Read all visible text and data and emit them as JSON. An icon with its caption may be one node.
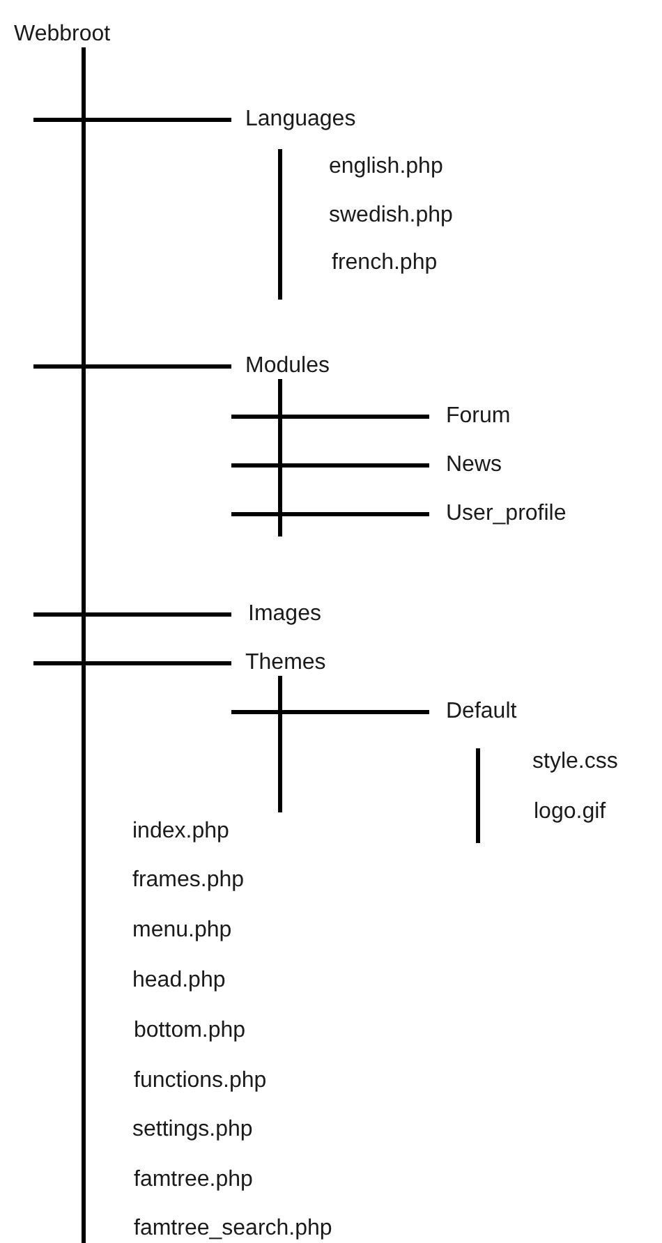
{
  "diagram": {
    "nodes": [
      {
        "text": [
          "Webbroot"
        ]
      },
      {
        "text": [
          "Languages"
        ]
      },
      {
        "text": [
          "Modules"
        ]
      },
      {
        "text": [
          "Forum"
        ]
      },
      {
        "text": [
          "News"
        ]
      },
      {
        "text": [
          "User_profile"
        ]
      },
      {
        "text": [
          "Images"
        ]
      },
      {
        "text": [
          "Themes"
        ]
      },
      {
        "text": [
          "Default"
        ]
      }
    ],
    "edges": [
      {
        "from": 0,
        "to": 1,
        "arrow": "none"
      },
      {
        "from": 0,
        "to": 2,
        "arrow": "none"
      },
      {
        "from": 2,
        "to": 3,
        "arrow": "none"
      },
      {
        "from": 2,
        "to": 4,
        "arrow": "none"
      },
      {
        "from": 2,
        "to": 5,
        "arrow": "none"
      },
      {
        "from": 0,
        "to": 6,
        "arrow": "none"
      },
      {
        "from": 0,
        "to": 7,
        "arrow": "none"
      },
      {
        "from": 7,
        "to": 8,
        "arrow": "none"
      }
    ],
    "labels": [
      "english.php",
      "swedish.php",
      "french.php",
      "style.css",
      "logo.gif",
      "index.php",
      "frames.php",
      "menu.php",
      "head.php",
      "bottom.php",
      "functions.php",
      "settings.php",
      "famtree.php",
      "famtree_search.php"
    ]
  }
}
